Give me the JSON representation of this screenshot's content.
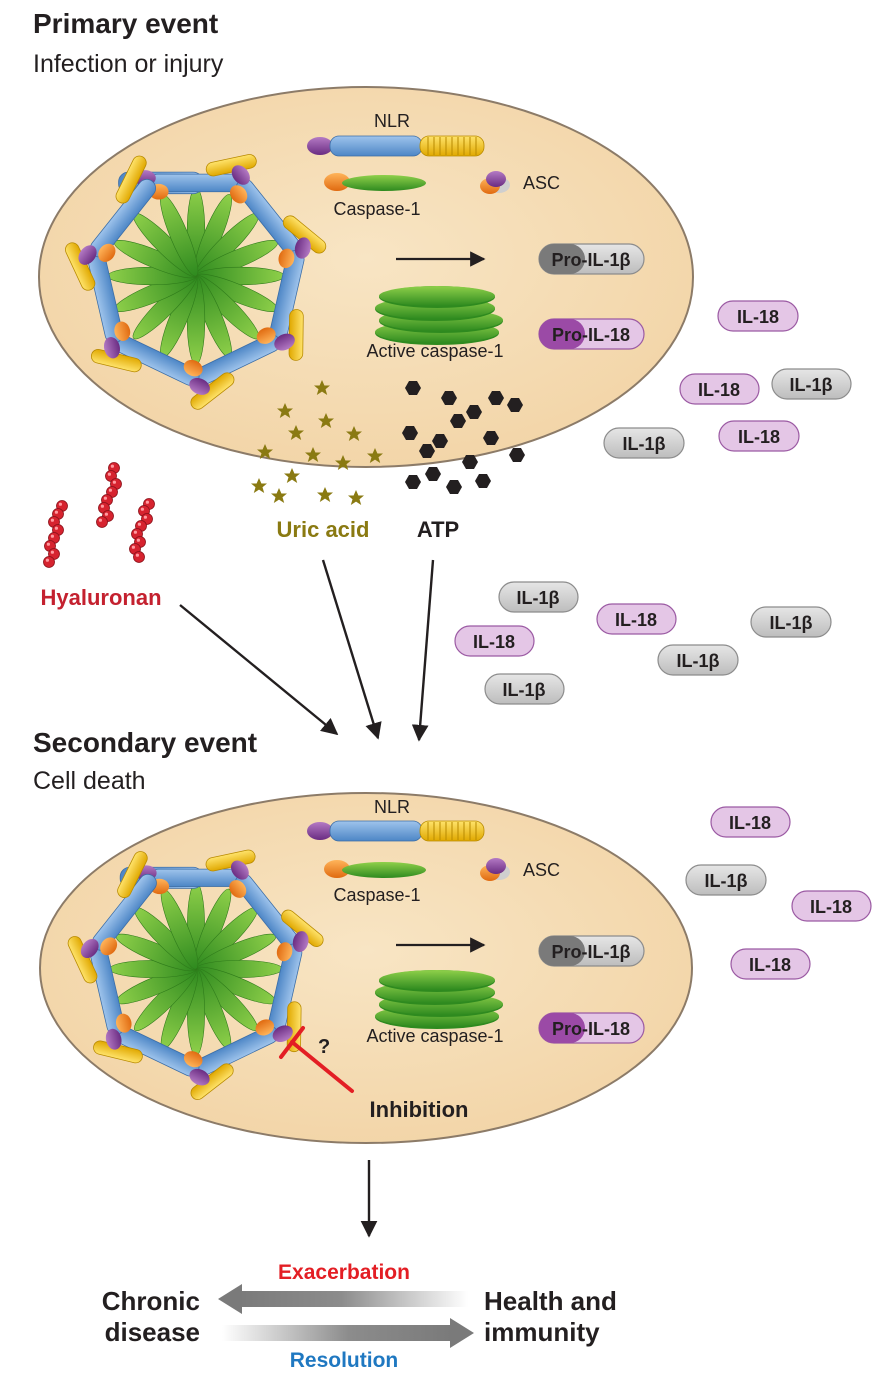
{
  "primary": {
    "title": "Primary event",
    "subtitle": "Infection or injury",
    "nlr": "NLR",
    "caspase": "Caspase-1",
    "asc": "ASC",
    "active_caspase": "Active caspase-1",
    "pro_il1b": "Pro-IL-1β",
    "pro_il18": "Pro-IL-18"
  },
  "secondary": {
    "title": "Secondary event",
    "subtitle": "Cell death",
    "nlr": "NLR",
    "caspase": "Caspase-1",
    "asc": "ASC",
    "active_caspase": "Active caspase-1",
    "pro_il1b": "Pro-IL-1β",
    "pro_il18": "Pro-IL-18",
    "question": "?",
    "inhibition": "Inhibition"
  },
  "damps": {
    "hyaluronan": "Hyaluronan",
    "uric_acid": "Uric acid",
    "atp": "ATP"
  },
  "cytokines": {
    "il18": "IL-18",
    "il1b": "IL-1β"
  },
  "outcome": {
    "exacerbation": "Exacerbation",
    "resolution": "Resolution",
    "chronic_line1": "Chronic",
    "chronic_line2": "disease",
    "health_line1": "Health and",
    "health_line2": "immunity"
  },
  "colors": {
    "cell_fill": "#f6dfb8",
    "cell_stroke": "#8c7b68",
    "il18_fill": "#e4c6e6",
    "il18_stroke": "#9b5aa3",
    "il1b_fill": "#d9d9d9",
    "il1b_stroke": "#8c8c8c",
    "uric_acid": "#8a7a12",
    "hyaluronan": "#c4212f",
    "inhibition": "#e31e24",
    "exacerbation": "#e31e24",
    "resolution": "#1f78c1"
  }
}
